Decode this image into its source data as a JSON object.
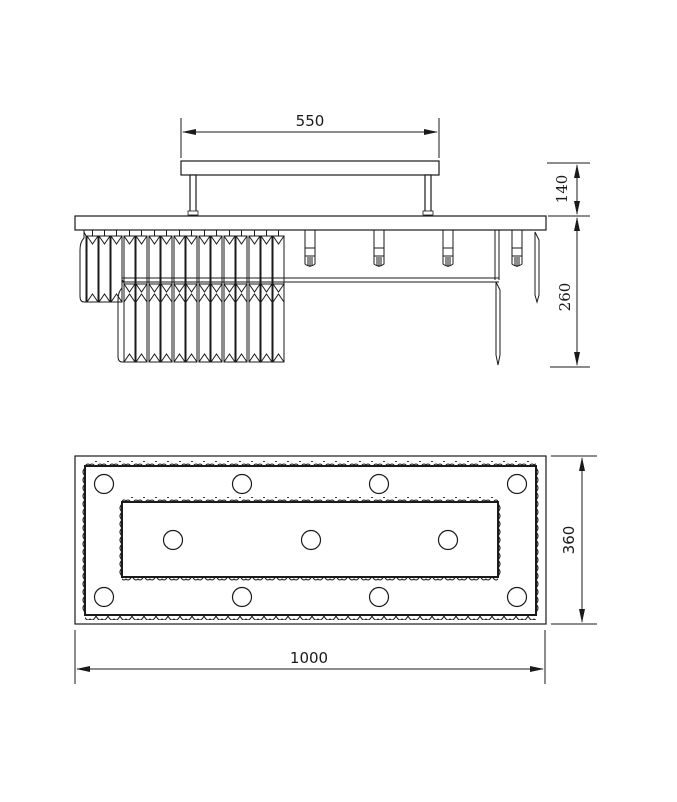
{
  "drawing": {
    "title": "Crystal chandelier technical drawing",
    "stroke_color": "#1a1a1a",
    "background": "#ffffff",
    "units": "mm"
  },
  "side_view": {
    "dimensions": {
      "canopy_width": "550",
      "canopy_height": "140",
      "body_height": "260"
    },
    "crystal_columns_upper": 17,
    "crystal_columns_lower": 13,
    "bulb_count_visible": 4
  },
  "top_view": {
    "dimensions": {
      "total_length": "1000",
      "total_width": "360"
    },
    "outer_circles": 8,
    "inner_circles": 3
  }
}
